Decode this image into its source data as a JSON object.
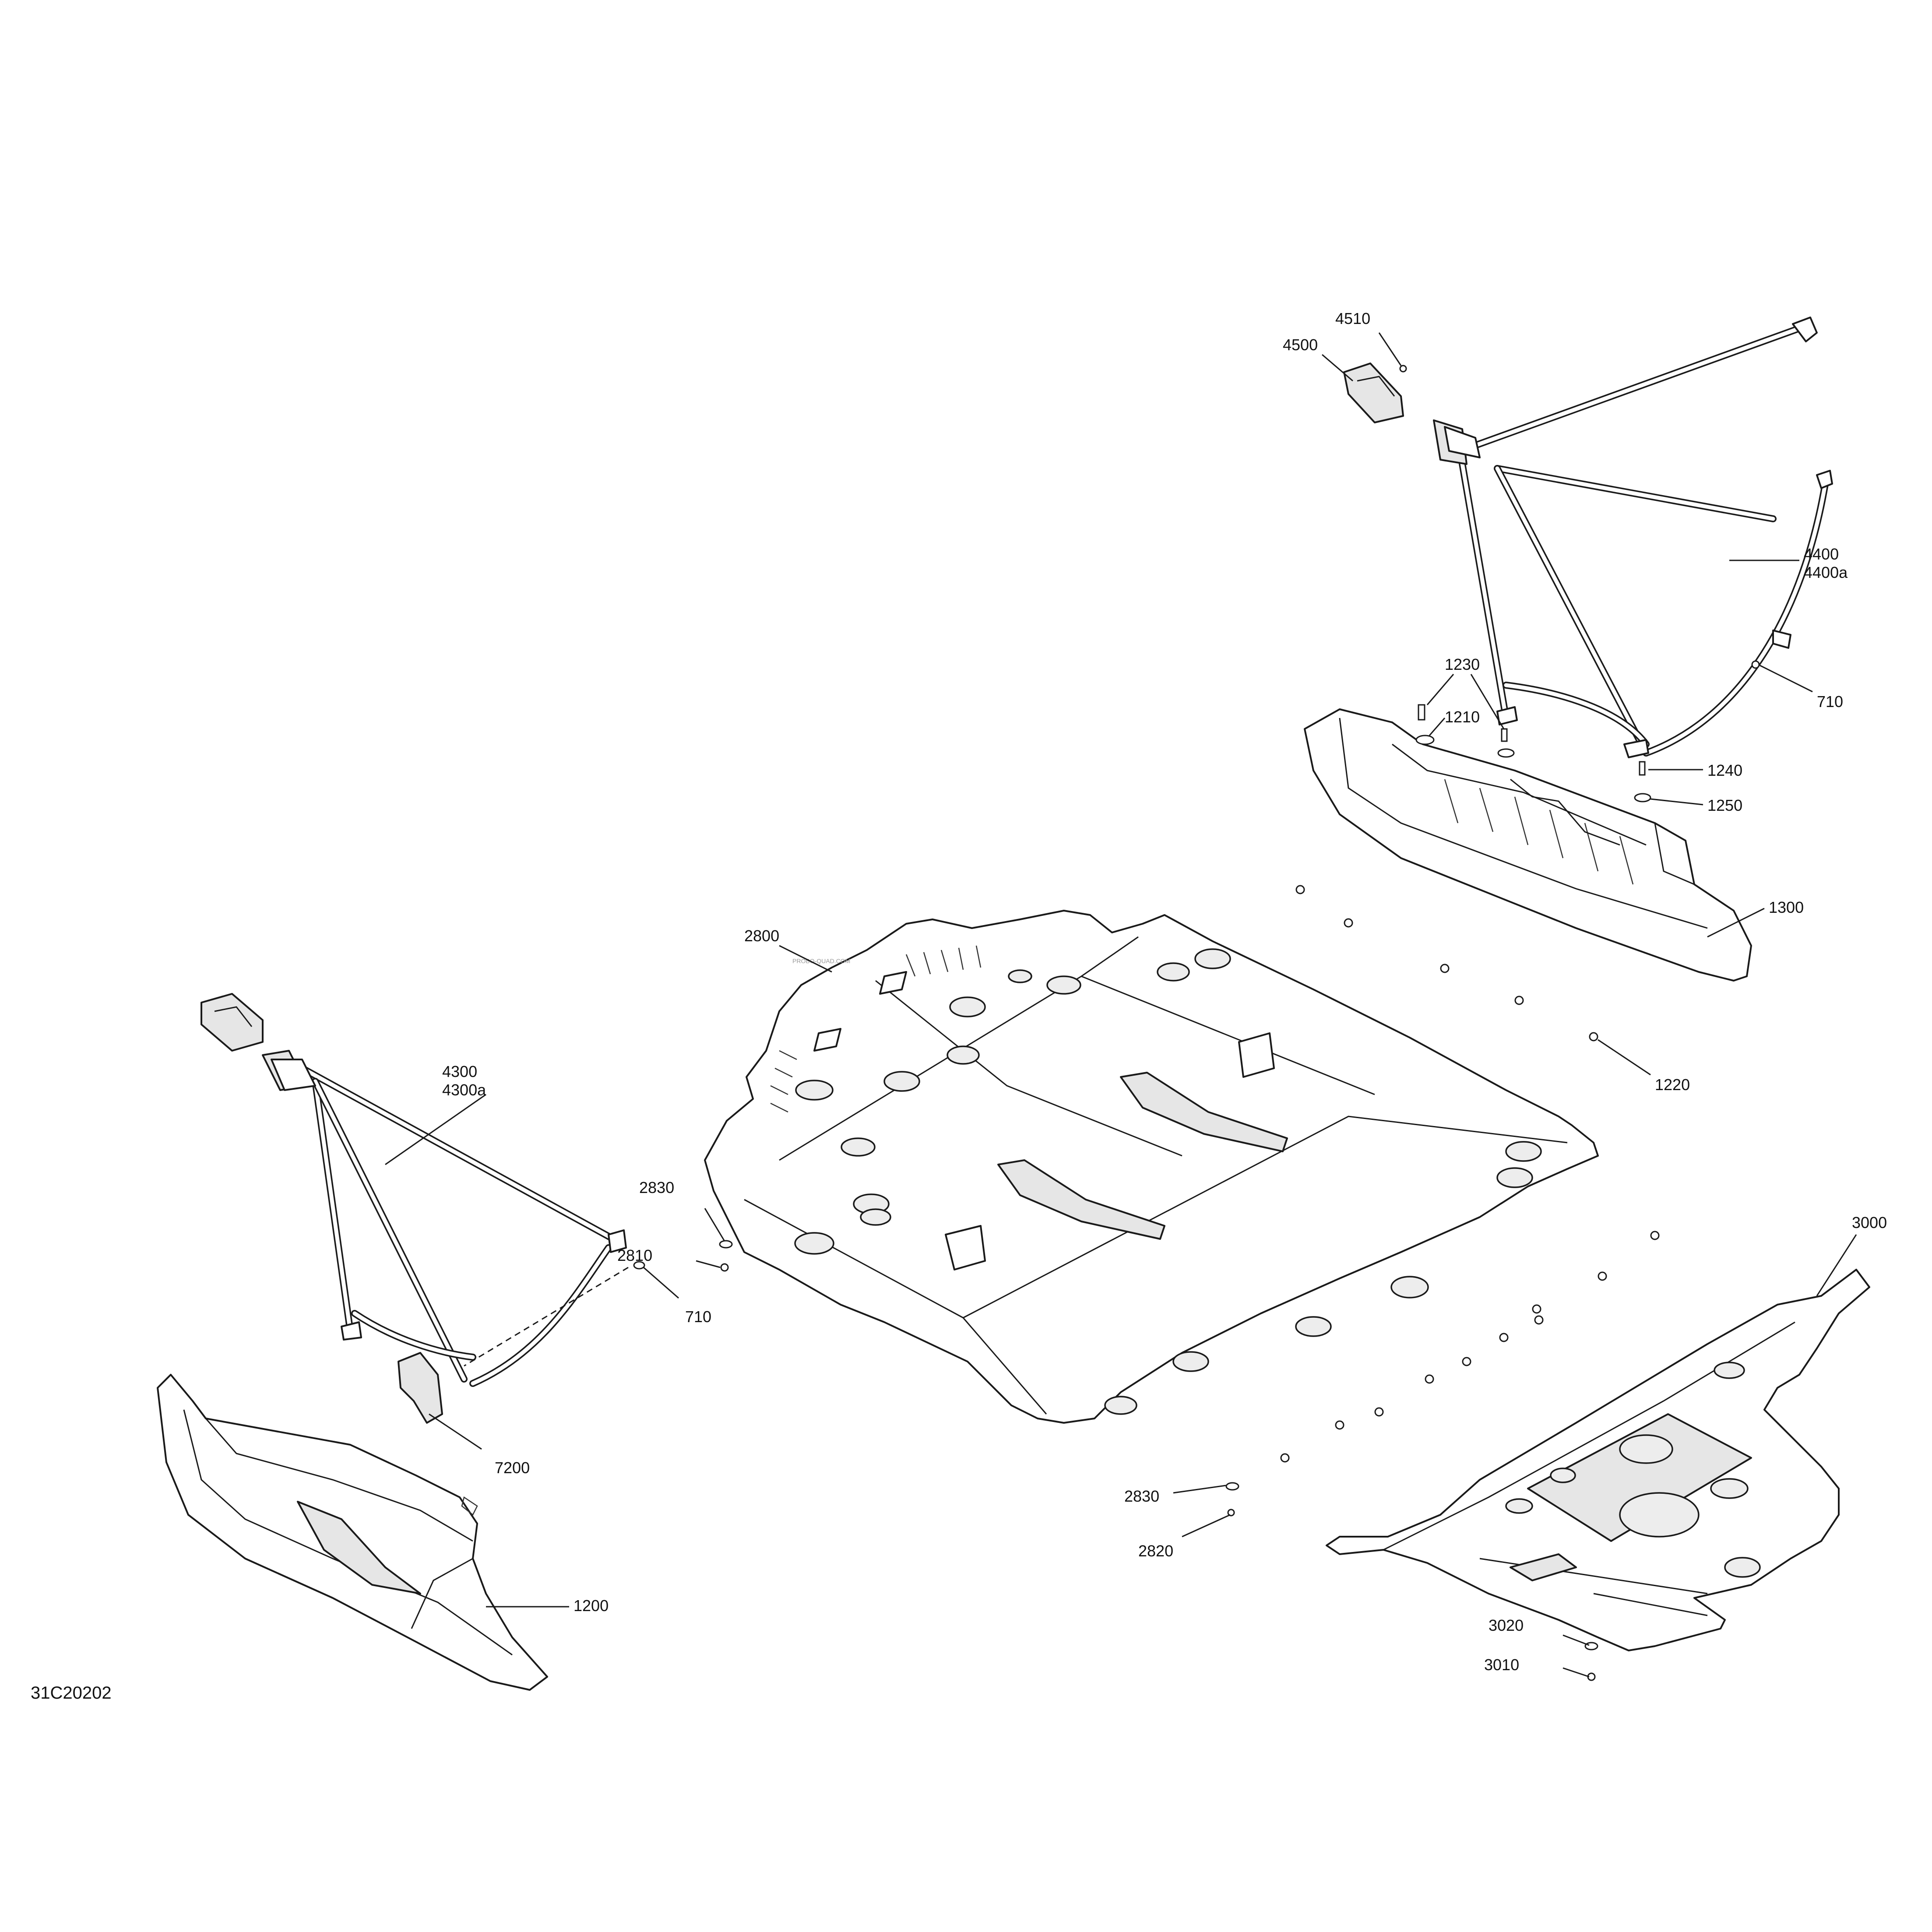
{
  "diagram_code": "31C20202",
  "watermark": "PROBO-QUAD.COM",
  "callouts": {
    "c4510": "4510",
    "c4500": "4500",
    "c4400": "4400",
    "c4400a": "4400a",
    "c710_right": "710",
    "c1230": "1230",
    "c1210": "1210",
    "c1240": "1240",
    "c1250": "1250",
    "c1300": "1300",
    "c1220": "1220",
    "c2800": "2800",
    "c4300": "4300",
    "c4300a": "4300a",
    "c2830_left": "2830",
    "c2810": "2810",
    "c710_left": "710",
    "c7200": "7200",
    "c1200": "1200",
    "c3000": "3000",
    "c2830_right": "2830",
    "c2820": "2820",
    "c3020": "3020",
    "c3010": "3010"
  }
}
